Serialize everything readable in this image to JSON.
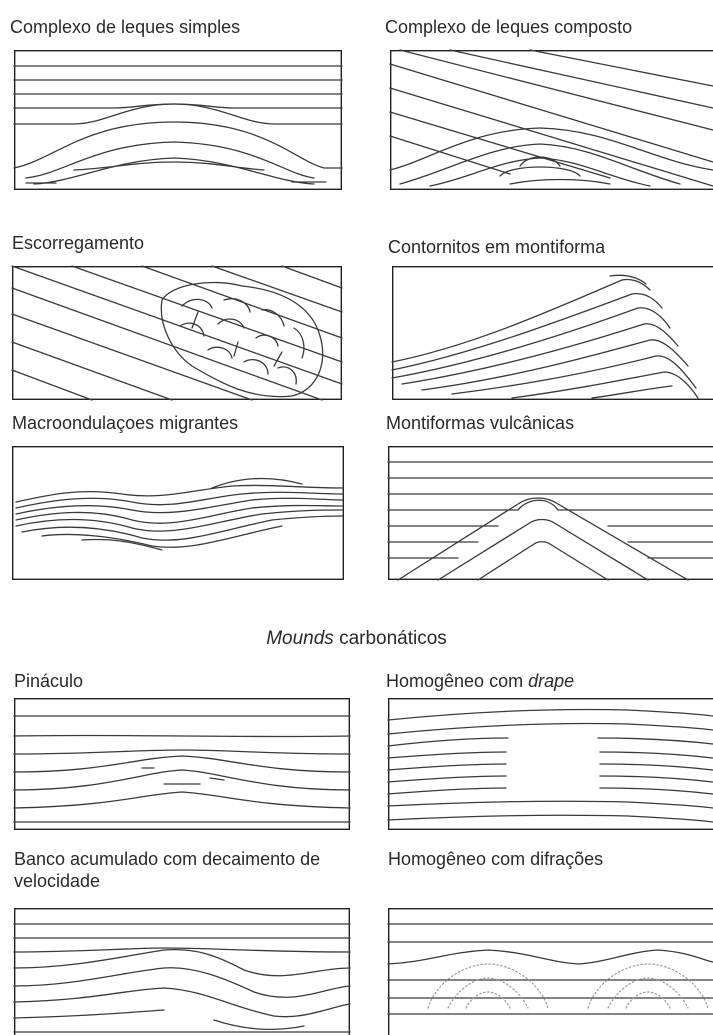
{
  "panels": [
    {
      "id": "p1",
      "label": "Complexo de leques simples"
    },
    {
      "id": "p2",
      "label": "Complexo de leques composto"
    },
    {
      "id": "p3",
      "label": "Escorregamento"
    },
    {
      "id": "p4",
      "label": "Contornitos em montiforma"
    },
    {
      "id": "p5",
      "label": "Macroondulaçoes migrantes"
    },
    {
      "id": "p6",
      "label": "Montiformas vulcânicas"
    },
    {
      "id": "p7",
      "label": "Pináculo"
    },
    {
      "id": "p8",
      "label_prefix": "Homogêneo com ",
      "label_em": "drape"
    },
    {
      "id": "p9",
      "label": "Banco acumulado com decaimento de velocidade"
    },
    {
      "id": "p10",
      "label": "Homogêneo com difrações"
    }
  ],
  "section_heading": {
    "em": "Mounds",
    "rest": " carbonáticos"
  }
}
